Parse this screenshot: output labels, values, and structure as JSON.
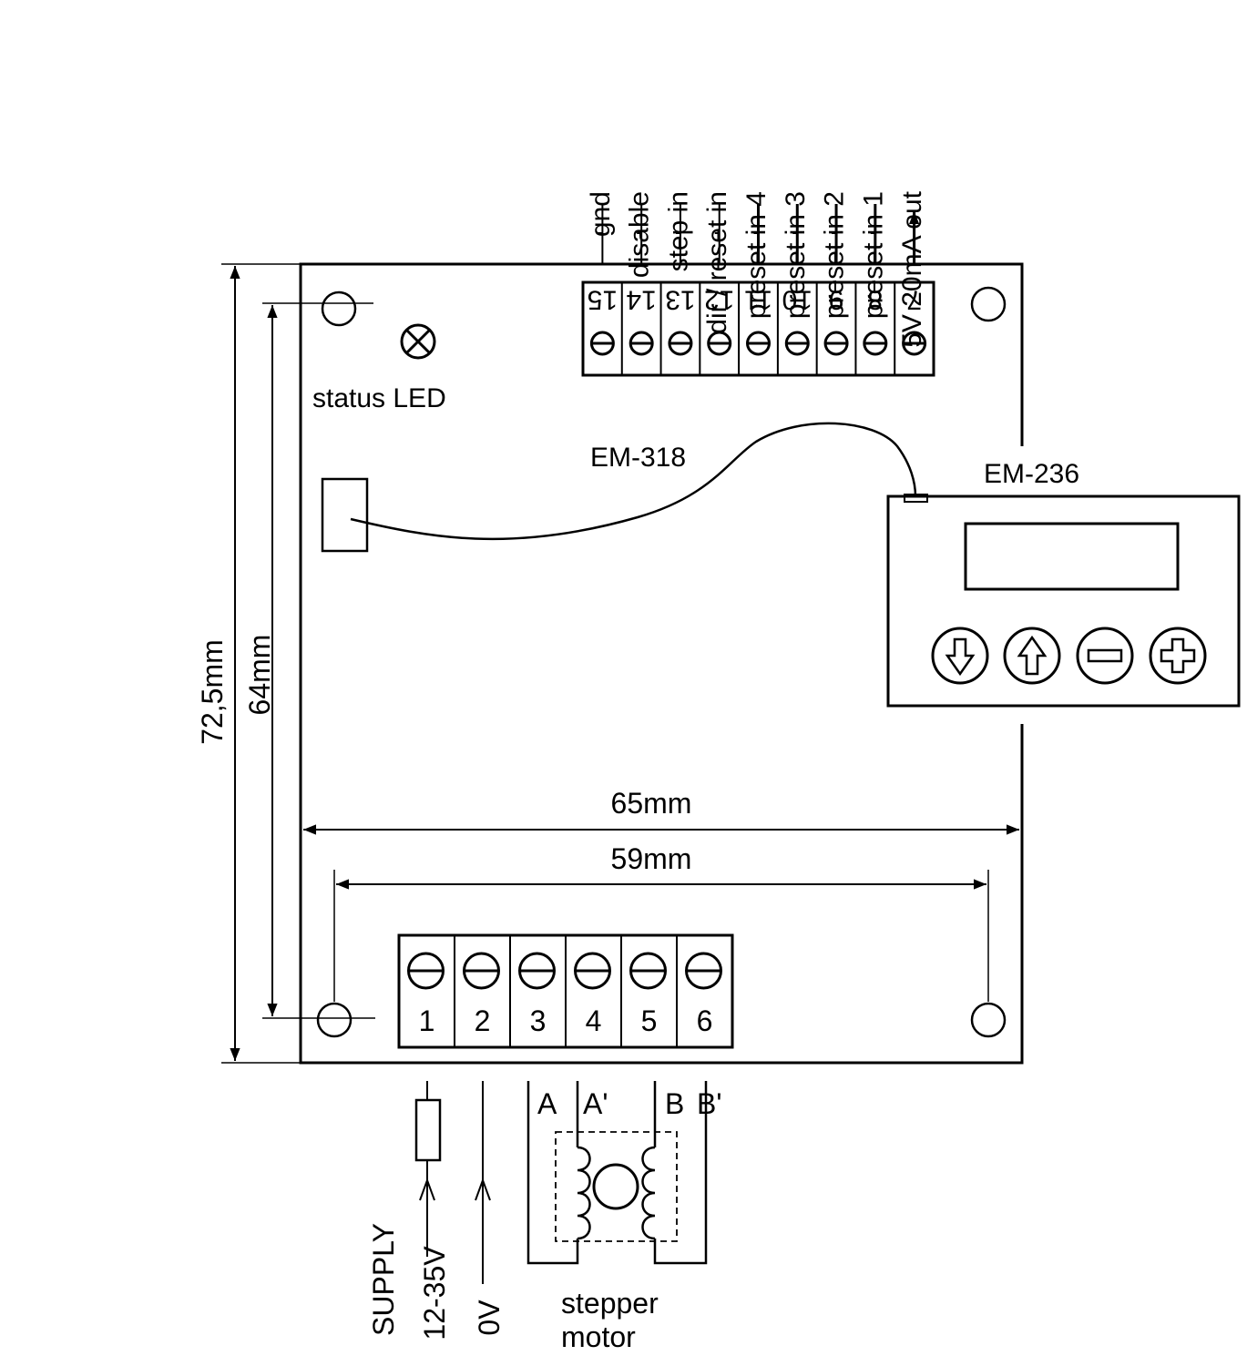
{
  "top_terminals": [
    {
      "number": "15",
      "signal": "gnd"
    },
    {
      "number": "14",
      "signal": "disable"
    },
    {
      "number": "13",
      "signal": "step in"
    },
    {
      "number": "12",
      "signal": "dir / reset in"
    },
    {
      "number": "11",
      "signal": "preset in 4"
    },
    {
      "number": "10",
      "signal": "preset in 3"
    },
    {
      "number": "9",
      "signal": "preset in 2"
    },
    {
      "number": "8",
      "signal": "preset in 1"
    },
    {
      "number": "7",
      "signal": "5V 20mA out"
    }
  ],
  "bottom_terminals": [
    "1",
    "2",
    "3",
    "4",
    "5",
    "6"
  ],
  "labels": {
    "status_led": "status LED",
    "em318": "EM-318",
    "em236": "EM-236",
    "supply": "SUPPLY",
    "supply_voltage": "12-35V",
    "zero_volt": "0V",
    "stepper_line1": "stepper",
    "stepper_line2": "motor",
    "winding_a": "A",
    "winding_a_prime": "A'",
    "winding_b": "B",
    "winding_b_prime": "B'"
  },
  "dimensions": {
    "height_outer": "72,5mm",
    "height_inner": "64mm",
    "width_outer": "65mm",
    "width_inner": "59mm"
  },
  "display_buttons": [
    {
      "name": "down-arrow"
    },
    {
      "name": "up-arrow"
    },
    {
      "name": "minus"
    },
    {
      "name": "plus"
    }
  ]
}
